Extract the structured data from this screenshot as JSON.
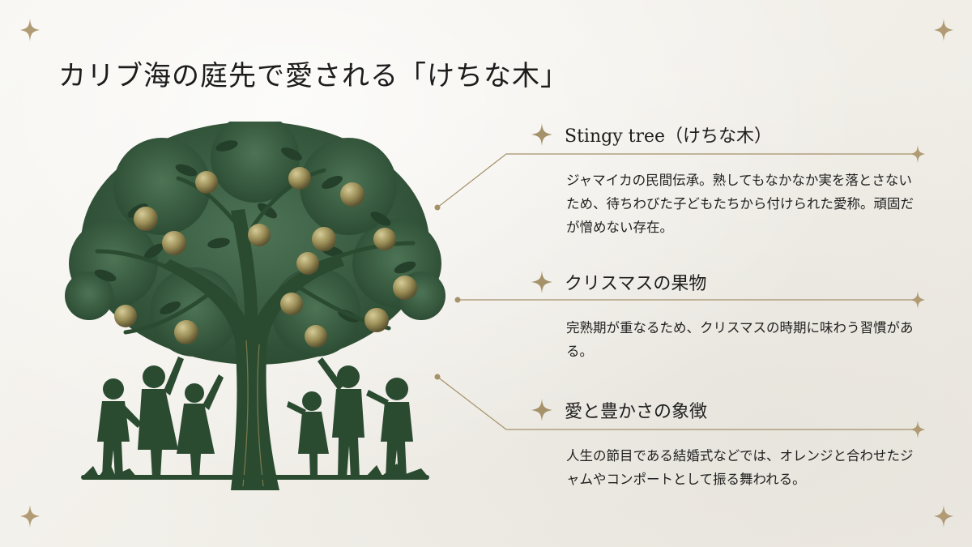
{
  "title": "カリブ海の庭先で愛される「けちな木」",
  "illustration": {
    "icon": "tree-with-fruit-and-children-silhouette-icon",
    "tree_color": "#2e4f35",
    "fruit_color": "#9a8f5c"
  },
  "sections": [
    {
      "title": "Stingy tree（けちな木）",
      "body": "ジャマイカの民間伝承。熟してもなかなか実を落とさないため、待ちわびた子どもたちから付けられた愛称。頑固だが憎めない存在。"
    },
    {
      "title": "クリスマスの果物",
      "body": "完熟期が重なるため、クリスマスの時期に味わう習慣がある。"
    },
    {
      "title": "愛と豊かさの象徴",
      "body": "人生の節目である結婚式などでは、オレンジと合わせたジャムやコンポートとして振る舞われる。"
    }
  ],
  "colors": {
    "accent_gold": "#a5916a",
    "text": "#1e1e1e",
    "background": "#f5f3ee"
  }
}
